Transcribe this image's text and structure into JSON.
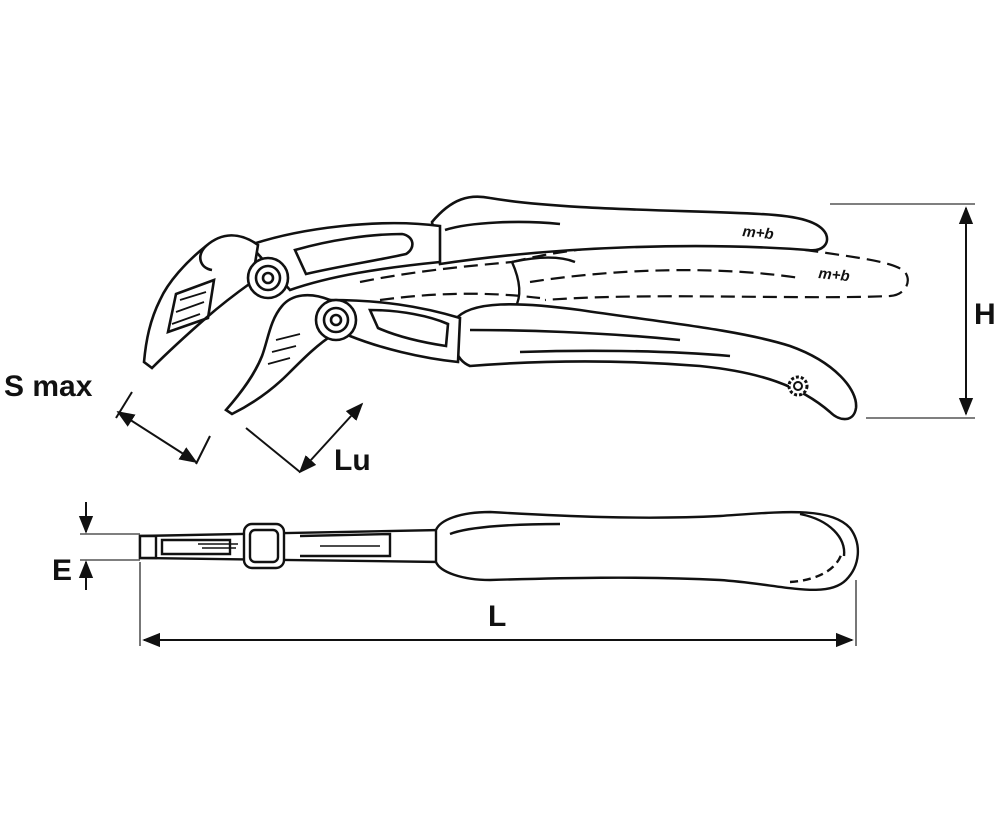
{
  "labels": {
    "s_max": "S max",
    "lu": "Lu",
    "h": "H",
    "e": "E",
    "l": "L"
  },
  "logo": {
    "text": "m+b"
  },
  "colors": {
    "line": "#111111",
    "dim": "#555555",
    "background": "#ffffff"
  }
}
